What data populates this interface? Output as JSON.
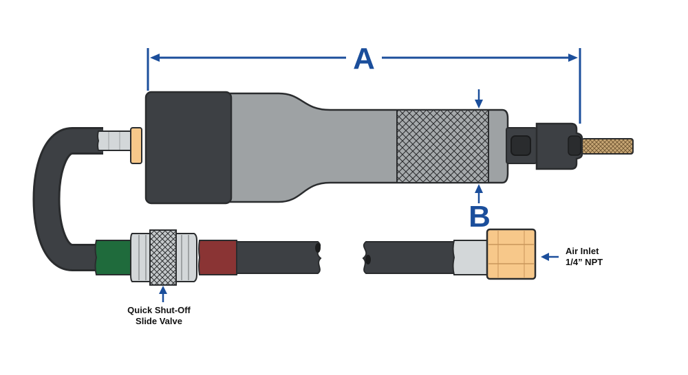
{
  "dimensions": {
    "a_label": "A",
    "b_label": "B"
  },
  "callouts": {
    "air_inlet": {
      "line1": "Air Inlet",
      "line2": "1/4” NPT"
    },
    "slide_valve": {
      "line1": "Quick Shut-Off",
      "line2": "Slide Valve"
    }
  },
  "colors": {
    "accent_blue": "#1b4e9b",
    "tool_dark": "#3d4044",
    "tool_gray": "#9ea2a4",
    "hose": "#383a3c",
    "sleeve_light": "#d3d7d9",
    "fitting_brass": "#f7c88a",
    "bit_brass": "#c7a674",
    "collar_green": "#1f6b3c",
    "collar_red": "#8a3434"
  },
  "icons": [
    "arrow-icon",
    "crosshatch-grip"
  ]
}
